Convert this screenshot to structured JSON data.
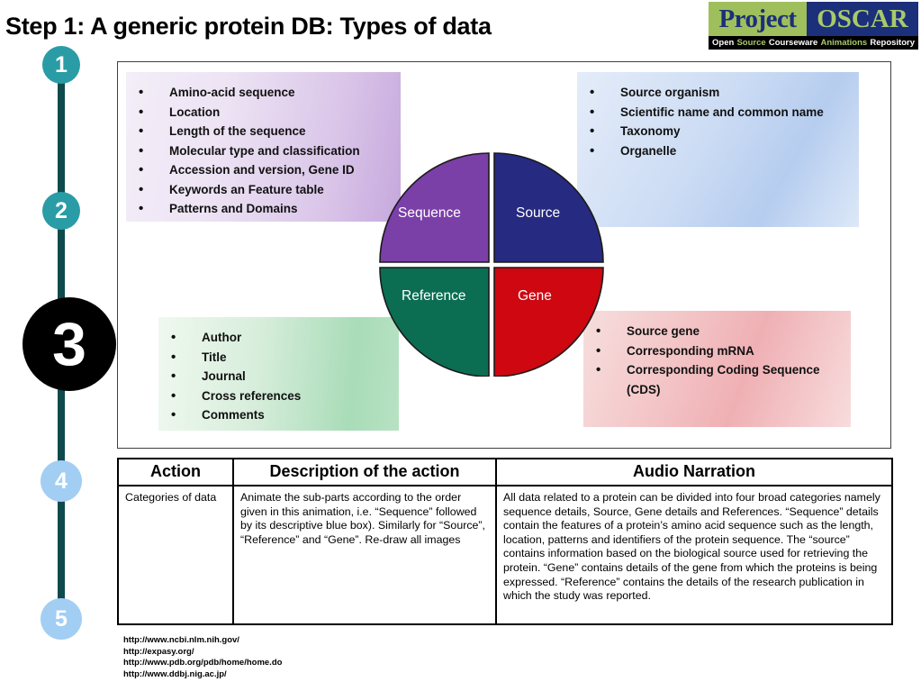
{
  "slide": {
    "title": "Step 1: A generic protein DB: Types of data"
  },
  "logo": {
    "word_left": "Project",
    "word_right": "OSCAR",
    "tagline": [
      "Open",
      "Source",
      "Courseware",
      "Animations",
      "Repository"
    ],
    "colors": {
      "left_bg": "#9fbf5c",
      "left_text": "#1b2f7a",
      "right_bg": "#1b2f7a",
      "right_text": "#a8c96a",
      "tagline_bg": "#000000"
    }
  },
  "timeline": {
    "line_color": "#0f4a4d",
    "nodes": [
      {
        "label": "1",
        "state": "teal",
        "color": "#2a9ca6"
      },
      {
        "label": "2",
        "state": "teal",
        "color": "#2a9ca6"
      },
      {
        "label": "3",
        "state": "active",
        "color": "#000000"
      },
      {
        "label": "4",
        "state": "blue",
        "color": "#a2cef3"
      },
      {
        "label": "5",
        "state": "blue",
        "color": "#a2cef3"
      }
    ]
  },
  "diagram": {
    "pie": {
      "type": "pie",
      "title": "Types of protein database data",
      "slices": [
        {
          "label": "Sequence",
          "color": "#7b3fa8",
          "position": "top-left",
          "value": 25
        },
        {
          "label": "Source",
          "color": "#262a80",
          "position": "top-right",
          "value": 25
        },
        {
          "label": "Reference",
          "color": "#0b6e52",
          "position": "bottom-left",
          "value": 25
        },
        {
          "label": "Gene",
          "color": "#ce0711",
          "position": "bottom-right",
          "value": 25
        }
      ]
    },
    "boxes": {
      "sequence": {
        "name": "Sequence",
        "items": [
          "Amino-acid sequence",
          "Location",
          "Length of the sequence",
          "Molecular type and classification",
          "Accession  and version, Gene ID",
          "Keywords an Feature table",
          "Patterns and Domains"
        ]
      },
      "source": {
        "name": "Source",
        "items": [
          "Source organism",
          "Scientific name and common name",
          "Taxonomy",
          "Organelle"
        ]
      },
      "reference": {
        "name": "Reference",
        "items": [
          "Author",
          "Title",
          "Journal",
          "Cross references",
          "Comments"
        ]
      },
      "gene": {
        "name": "Gene",
        "items": [
          "Source gene",
          "Corresponding mRNA",
          "Corresponding Coding Sequence (CDS)"
        ]
      }
    }
  },
  "table": {
    "headers": [
      "Action",
      "Description of the action",
      "Audio Narration"
    ],
    "rows": [
      {
        "action": "Categories of data",
        "description": "Animate the sub-parts according to the order given in this animation, i.e. “Sequence” followed by its descriptive blue box). Similarly for “Source”, “Reference” and “Gene”. Re-draw all images",
        "audio": "All data related to a protein can be divided into four broad categories namely sequence details, Source, Gene details and References. “Sequence” details contain the features of a protein’s amino acid sequence such as the length, location, patterns and identifiers of the protein sequence.  The “source” contains information based on the biological source used for retrieving the protein. “Gene” contains details of the gene from which the proteins is being expressed.  “Reference” contains the details of the research publication in which the study was reported."
      }
    ]
  },
  "footer": {
    "links": [
      "http://www.ncbi.nlm.nih.gov/",
      "http://expasy.org/",
      "http://www.pdb.org/pdb/home/home.do",
      "http://www.ddbj.nig.ac.jp/"
    ]
  },
  "bullet_glyph": "•"
}
